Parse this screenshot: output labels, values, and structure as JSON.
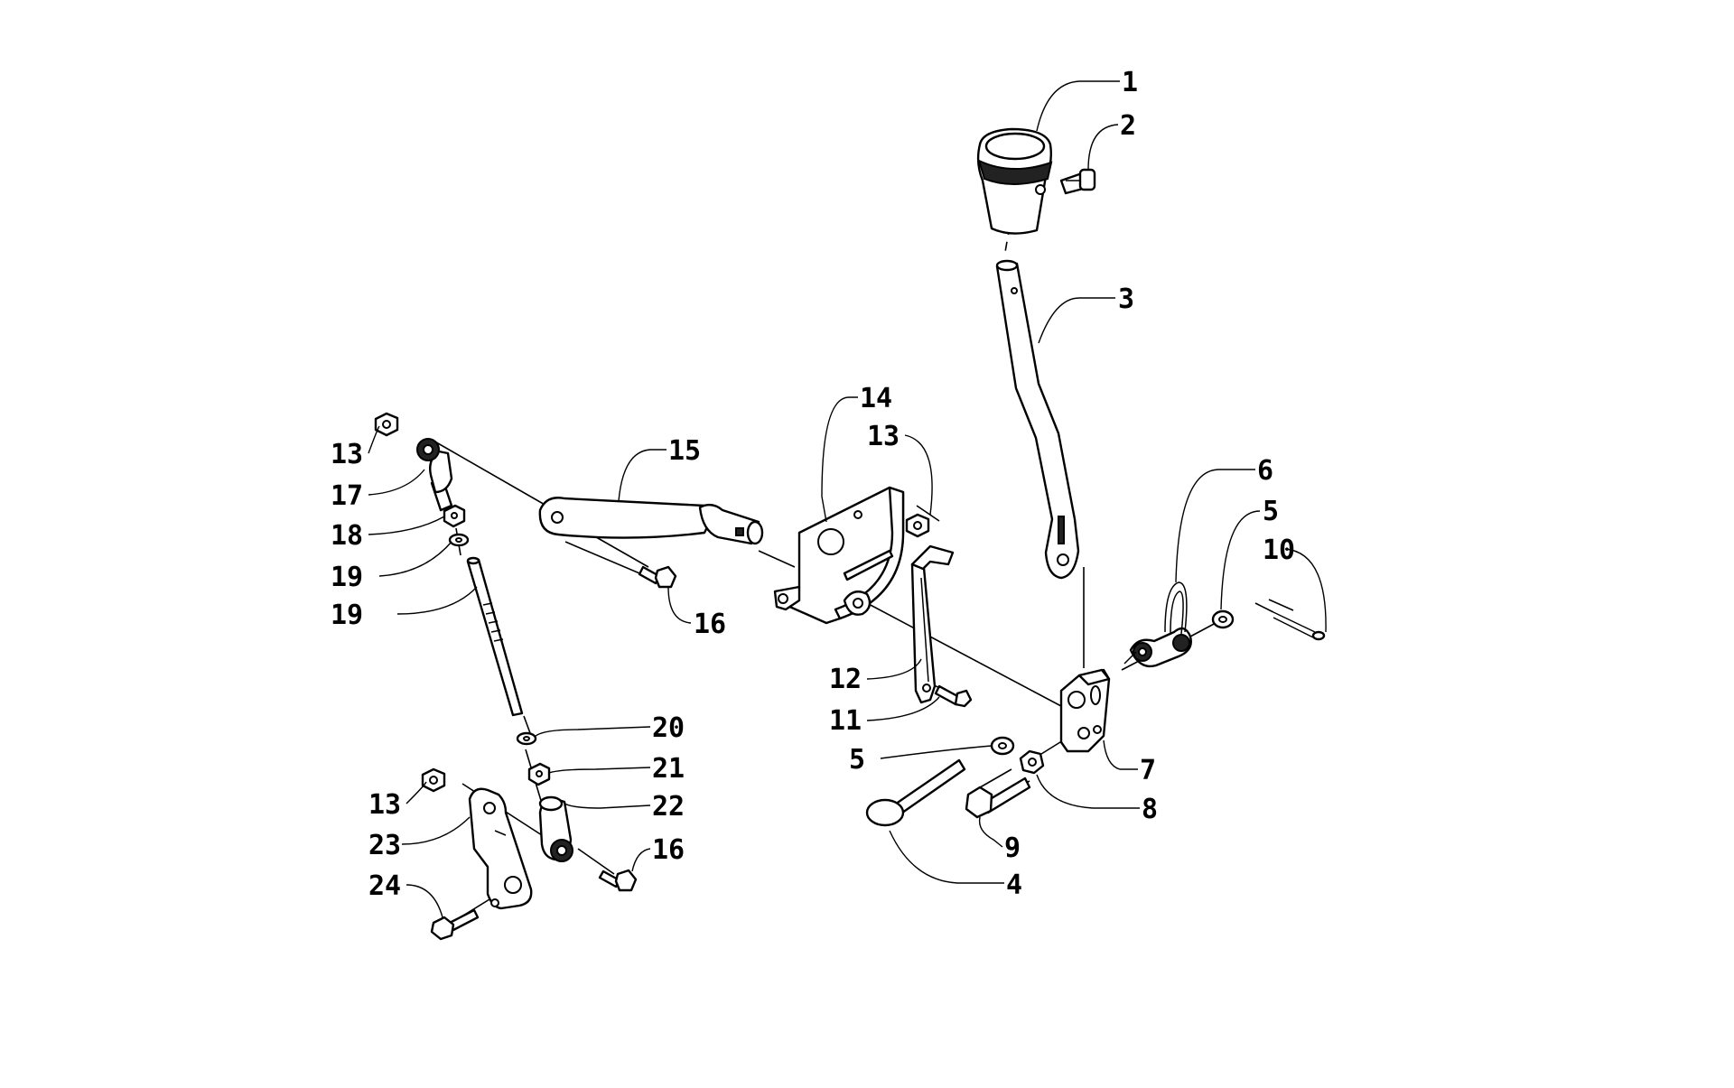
{
  "callouts": [
    {
      "id": "c1",
      "text": "1"
    },
    {
      "id": "c2",
      "text": "2"
    },
    {
      "id": "c3",
      "text": "3"
    },
    {
      "id": "c4",
      "text": "4"
    },
    {
      "id": "c5a",
      "text": "5"
    },
    {
      "id": "c5b",
      "text": "5"
    },
    {
      "id": "c6",
      "text": "6"
    },
    {
      "id": "c7",
      "text": "7"
    },
    {
      "id": "c8",
      "text": "8"
    },
    {
      "id": "c9",
      "text": "9"
    },
    {
      "id": "c10",
      "text": "10"
    },
    {
      "id": "c11",
      "text": "11"
    },
    {
      "id": "c12",
      "text": "12"
    },
    {
      "id": "c13a",
      "text": "13"
    },
    {
      "id": "c13b",
      "text": "13"
    },
    {
      "id": "c13c",
      "text": "13"
    },
    {
      "id": "c14",
      "text": "14"
    },
    {
      "id": "c15",
      "text": "15"
    },
    {
      "id": "c16a",
      "text": "16"
    },
    {
      "id": "c16b",
      "text": "16"
    },
    {
      "id": "c17",
      "text": "17"
    },
    {
      "id": "c18",
      "text": "18"
    },
    {
      "id": "c19a",
      "text": "19"
    },
    {
      "id": "c19b",
      "text": "19"
    },
    {
      "id": "c20",
      "text": "20"
    },
    {
      "id": "c21",
      "text": "21"
    },
    {
      "id": "c22",
      "text": "22"
    },
    {
      "id": "c23",
      "text": "23"
    },
    {
      "id": "c24",
      "text": "24"
    }
  ]
}
